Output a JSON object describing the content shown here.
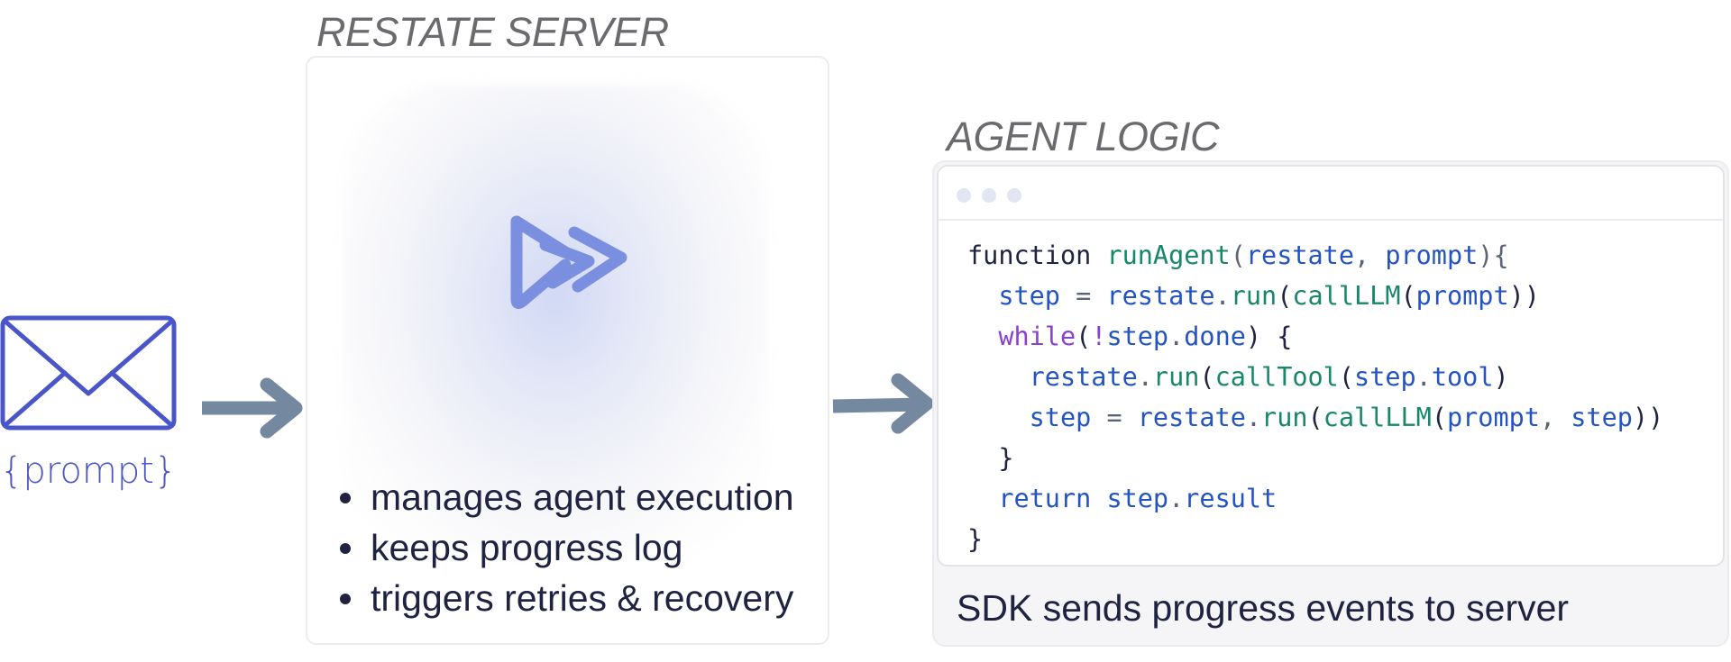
{
  "prompt": {
    "icon": "envelope-icon",
    "label": "{prompt}",
    "color": "#4a55c9"
  },
  "arrow_color": "#7489a0",
  "server": {
    "title": "RESTATE SERVER",
    "logo": "restate-logo",
    "bullets": [
      "manages agent execution",
      "keeps progress log",
      "triggers retries & recovery"
    ]
  },
  "agent": {
    "title": "AGENT LOGIC",
    "code_lines": [
      [
        {
          "t": "function ",
          "c": "plain"
        },
        {
          "t": "runAgent",
          "c": "fn"
        },
        {
          "t": "(",
          "c": "punct"
        },
        {
          "t": "restate",
          "c": "var"
        },
        {
          "t": ", ",
          "c": "punct"
        },
        {
          "t": "prompt",
          "c": "var"
        },
        {
          "t": "){",
          "c": "punct"
        }
      ],
      [
        {
          "t": "  step",
          "c": "var"
        },
        {
          "t": " = ",
          "c": "punct"
        },
        {
          "t": "restate",
          "c": "var"
        },
        {
          "t": ".",
          "c": "punct"
        },
        {
          "t": "run",
          "c": "fn"
        },
        {
          "t": "(",
          "c": "plain"
        },
        {
          "t": "callLLM",
          "c": "fn"
        },
        {
          "t": "(",
          "c": "plain"
        },
        {
          "t": "prompt",
          "c": "var"
        },
        {
          "t": "))",
          "c": "plain"
        }
      ],
      [
        {
          "t": "  while",
          "c": "kw"
        },
        {
          "t": "(",
          "c": "plain"
        },
        {
          "t": "!",
          "c": "op"
        },
        {
          "t": "step",
          "c": "var"
        },
        {
          "t": ".",
          "c": "punct"
        },
        {
          "t": "done",
          "c": "var"
        },
        {
          "t": ") {",
          "c": "plain"
        }
      ],
      [
        {
          "t": "    restate",
          "c": "var"
        },
        {
          "t": ".",
          "c": "punct"
        },
        {
          "t": "run",
          "c": "fn"
        },
        {
          "t": "(",
          "c": "plain"
        },
        {
          "t": "callTool",
          "c": "fn"
        },
        {
          "t": "(",
          "c": "plain"
        },
        {
          "t": "step",
          "c": "var"
        },
        {
          "t": ".",
          "c": "punct"
        },
        {
          "t": "tool",
          "c": "var"
        },
        {
          "t": ")",
          "c": "plain"
        }
      ],
      [
        {
          "t": "    step",
          "c": "var"
        },
        {
          "t": " = ",
          "c": "punct"
        },
        {
          "t": "restate",
          "c": "var"
        },
        {
          "t": ".",
          "c": "punct"
        },
        {
          "t": "run",
          "c": "fn"
        },
        {
          "t": "(",
          "c": "plain"
        },
        {
          "t": "callLLM",
          "c": "fn"
        },
        {
          "t": "(",
          "c": "plain"
        },
        {
          "t": "prompt",
          "c": "var"
        },
        {
          "t": ", ",
          "c": "punct"
        },
        {
          "t": "step",
          "c": "var"
        },
        {
          "t": "))",
          "c": "plain"
        }
      ],
      [
        {
          "t": "  }",
          "c": "plain"
        }
      ],
      [
        {
          "t": "  return ",
          "c": "var"
        },
        {
          "t": "step",
          "c": "var"
        },
        {
          "t": ".",
          "c": "punct"
        },
        {
          "t": "result",
          "c": "var"
        }
      ],
      [
        {
          "t": "}",
          "c": "plain"
        }
      ]
    ],
    "footer": "SDK sends progress events to server"
  }
}
